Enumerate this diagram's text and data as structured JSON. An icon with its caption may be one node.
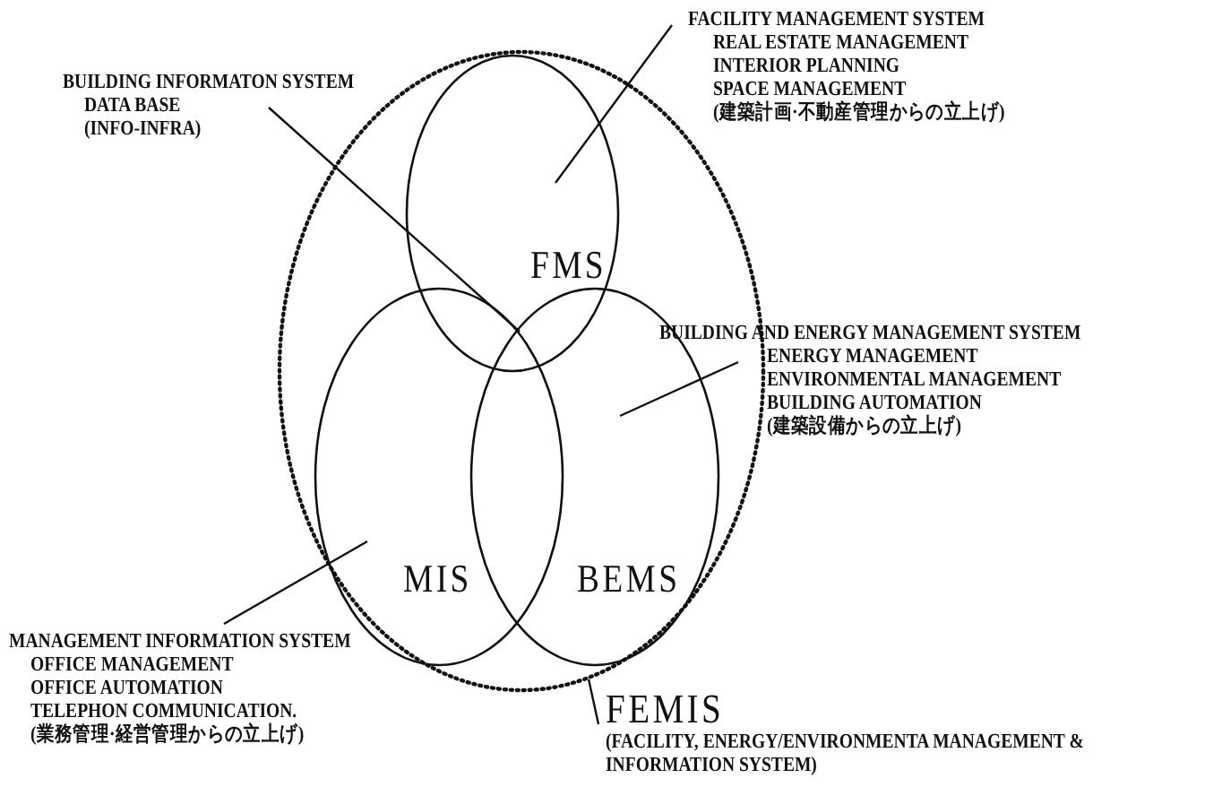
{
  "diagram": {
    "nodes": [
      {
        "text": [],
        "shape": "circle"
      },
      {
        "text": [
          "FMS"
        ],
        "in": 0
      },
      {
        "text": [
          "MIS"
        ],
        "in": 0
      },
      {
        "text": [
          "BEMS"
        ],
        "in": 0
      },
      {
        "text": [
          "FACILITY MANAGEMENT SYSTEM",
          "REAL ESTATE MANAGEMENT",
          "INTERIOR PLANNING",
          "SPACE MANAGEMENT",
          "(建築計画·不動産管理からの立上げ)"
        ]
      },
      {
        "text": [
          "BUILDING INFORMATON SYSTEM",
          "DATA BASE",
          "(INFO-INFRA)"
        ]
      },
      {
        "text": [
          "BUILDING AND ENERGY MANAGEMENT SYSTEM",
          "ENERGY MANAGEMENT",
          "ENVIRONMENTAL MANAGEMENT",
          "BUILDING AUTOMATION",
          "(建築設備からの立上げ)"
        ]
      },
      {
        "text": [
          "MANAGEMENT INFORMATION SYSTEM",
          "OFFICE MANAGEMENT",
          "OFFICE AUTOMATION",
          "TELEPHON COMMUNICATION.",
          "(業務管理·経営管理からの立上げ)"
        ]
      },
      {
        "text": [
          "FEMIS",
          "(FACILITY, ENERGY/ENVIRONMENTA MANAGEMENT & INFORMATION SYSTEM)"
        ]
      }
    ],
    "edges": [
      {
        "from": 4,
        "to": 1,
        "arrow": "none"
      },
      {
        "from": 5,
        "to": 1,
        "arrow": "none"
      },
      {
        "from": 6,
        "to": 3,
        "arrow": "none"
      },
      {
        "from": 7,
        "to": 2,
        "arrow": "none"
      },
      {
        "from": 8,
        "to": 0,
        "arrow": "none"
      }
    ]
  }
}
